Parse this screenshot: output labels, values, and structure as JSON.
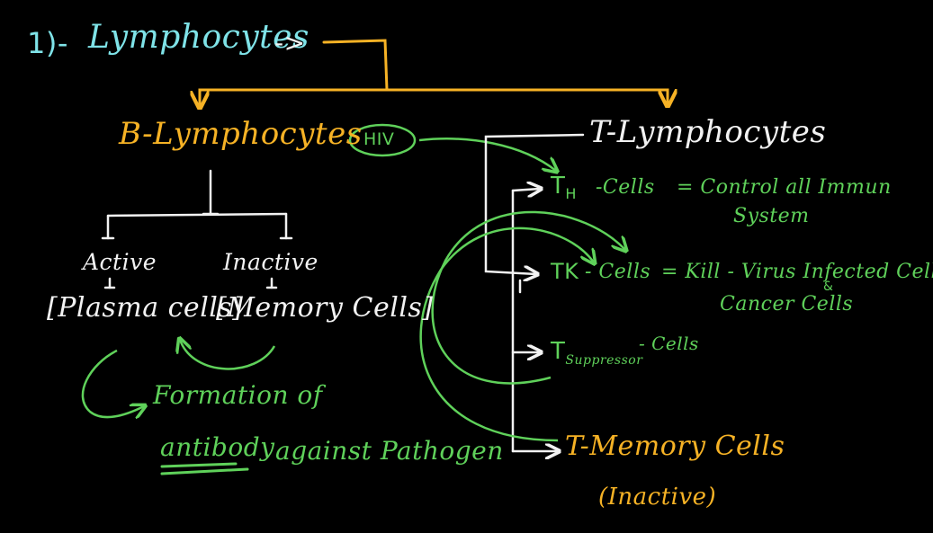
{
  "heading": {
    "number": "1)-",
    "title": "Lymphocytes",
    "arrow": "->"
  },
  "b_branch": {
    "title": "B-Lymphocytes",
    "active": {
      "label": "Active",
      "sub": "[Plasma cells]"
    },
    "inactive": {
      "label": "Inactive",
      "sub": "[Memory Cells]"
    },
    "function_line1": "Formation of",
    "function_antibody": "antibody",
    "function_rest": "against Pathogen"
  },
  "hiv": {
    "label": "HIV"
  },
  "t_branch": {
    "title": "T-Lymphocytes",
    "th": {
      "name": "TH",
      "main": "T",
      "sub": "H",
      "suffix": "-Cells",
      "desc": "= Control all Immun",
      "desc2": "System"
    },
    "tk": {
      "name": "TK",
      "suffix": "- Cells",
      "desc": "= Kill - Virus Infected Cell",
      "amp": "&",
      "desc2": "Cancer Cells"
    },
    "ts": {
      "main": "T",
      "sub": "Suppressor",
      "suffix": "- Cells"
    },
    "tm": {
      "label": "T-Memory Cells",
      "note": "(Inactive)"
    }
  },
  "colors": {
    "heading": "#7fe3e8",
    "title": "#f6b225",
    "text": "#f2f2f2",
    "note": "#5fd15a",
    "background": "#000000"
  }
}
